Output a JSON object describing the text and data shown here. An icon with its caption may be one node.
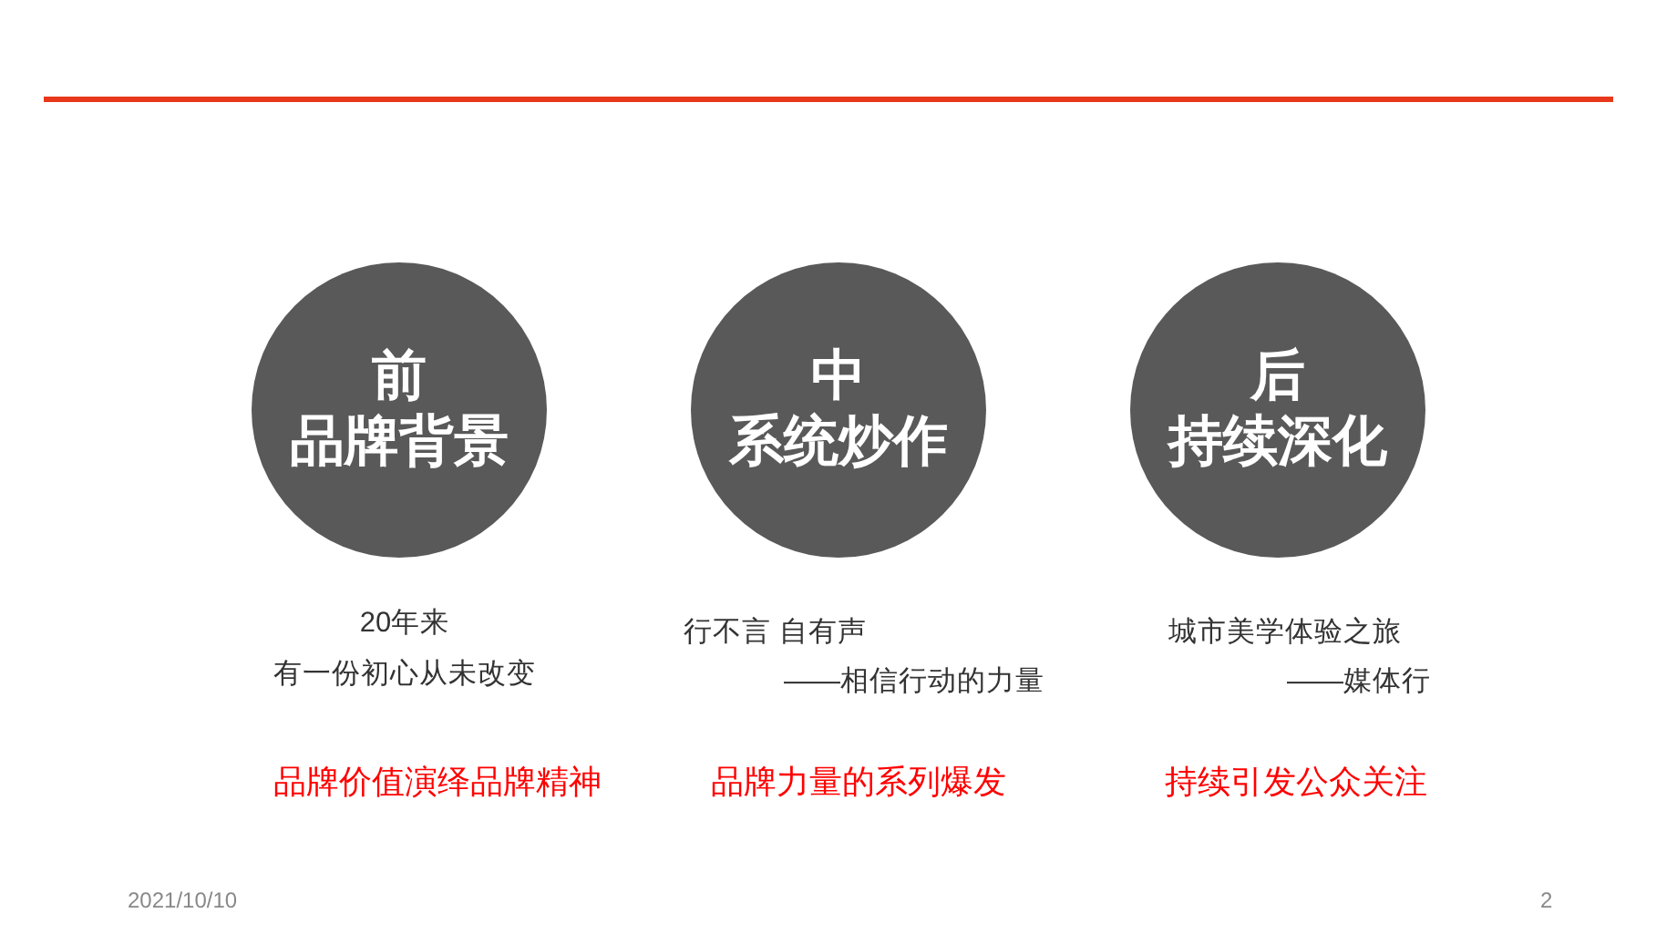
{
  "diagram": {
    "nodes": [
      {
        "text": [
          "前",
          "品牌背景"
        ],
        "beside": [
          "20年来",
          "有一份初心从未改变",
          "品牌价值演绎品牌精神"
        ]
      },
      {
        "text": [
          "中",
          "系统炒作"
        ],
        "beside": [
          "行不言 自有声",
          "——相信行动的力量",
          "品牌力量的系列爆发"
        ]
      },
      {
        "text": [
          "后",
          "持续深化"
        ],
        "beside": [
          "城市美学体验之旅",
          "——媒体行",
          "持续引发公众关注"
        ]
      }
    ],
    "edges": [],
    "labels": [
      "2021/10/10",
      "2"
    ]
  }
}
